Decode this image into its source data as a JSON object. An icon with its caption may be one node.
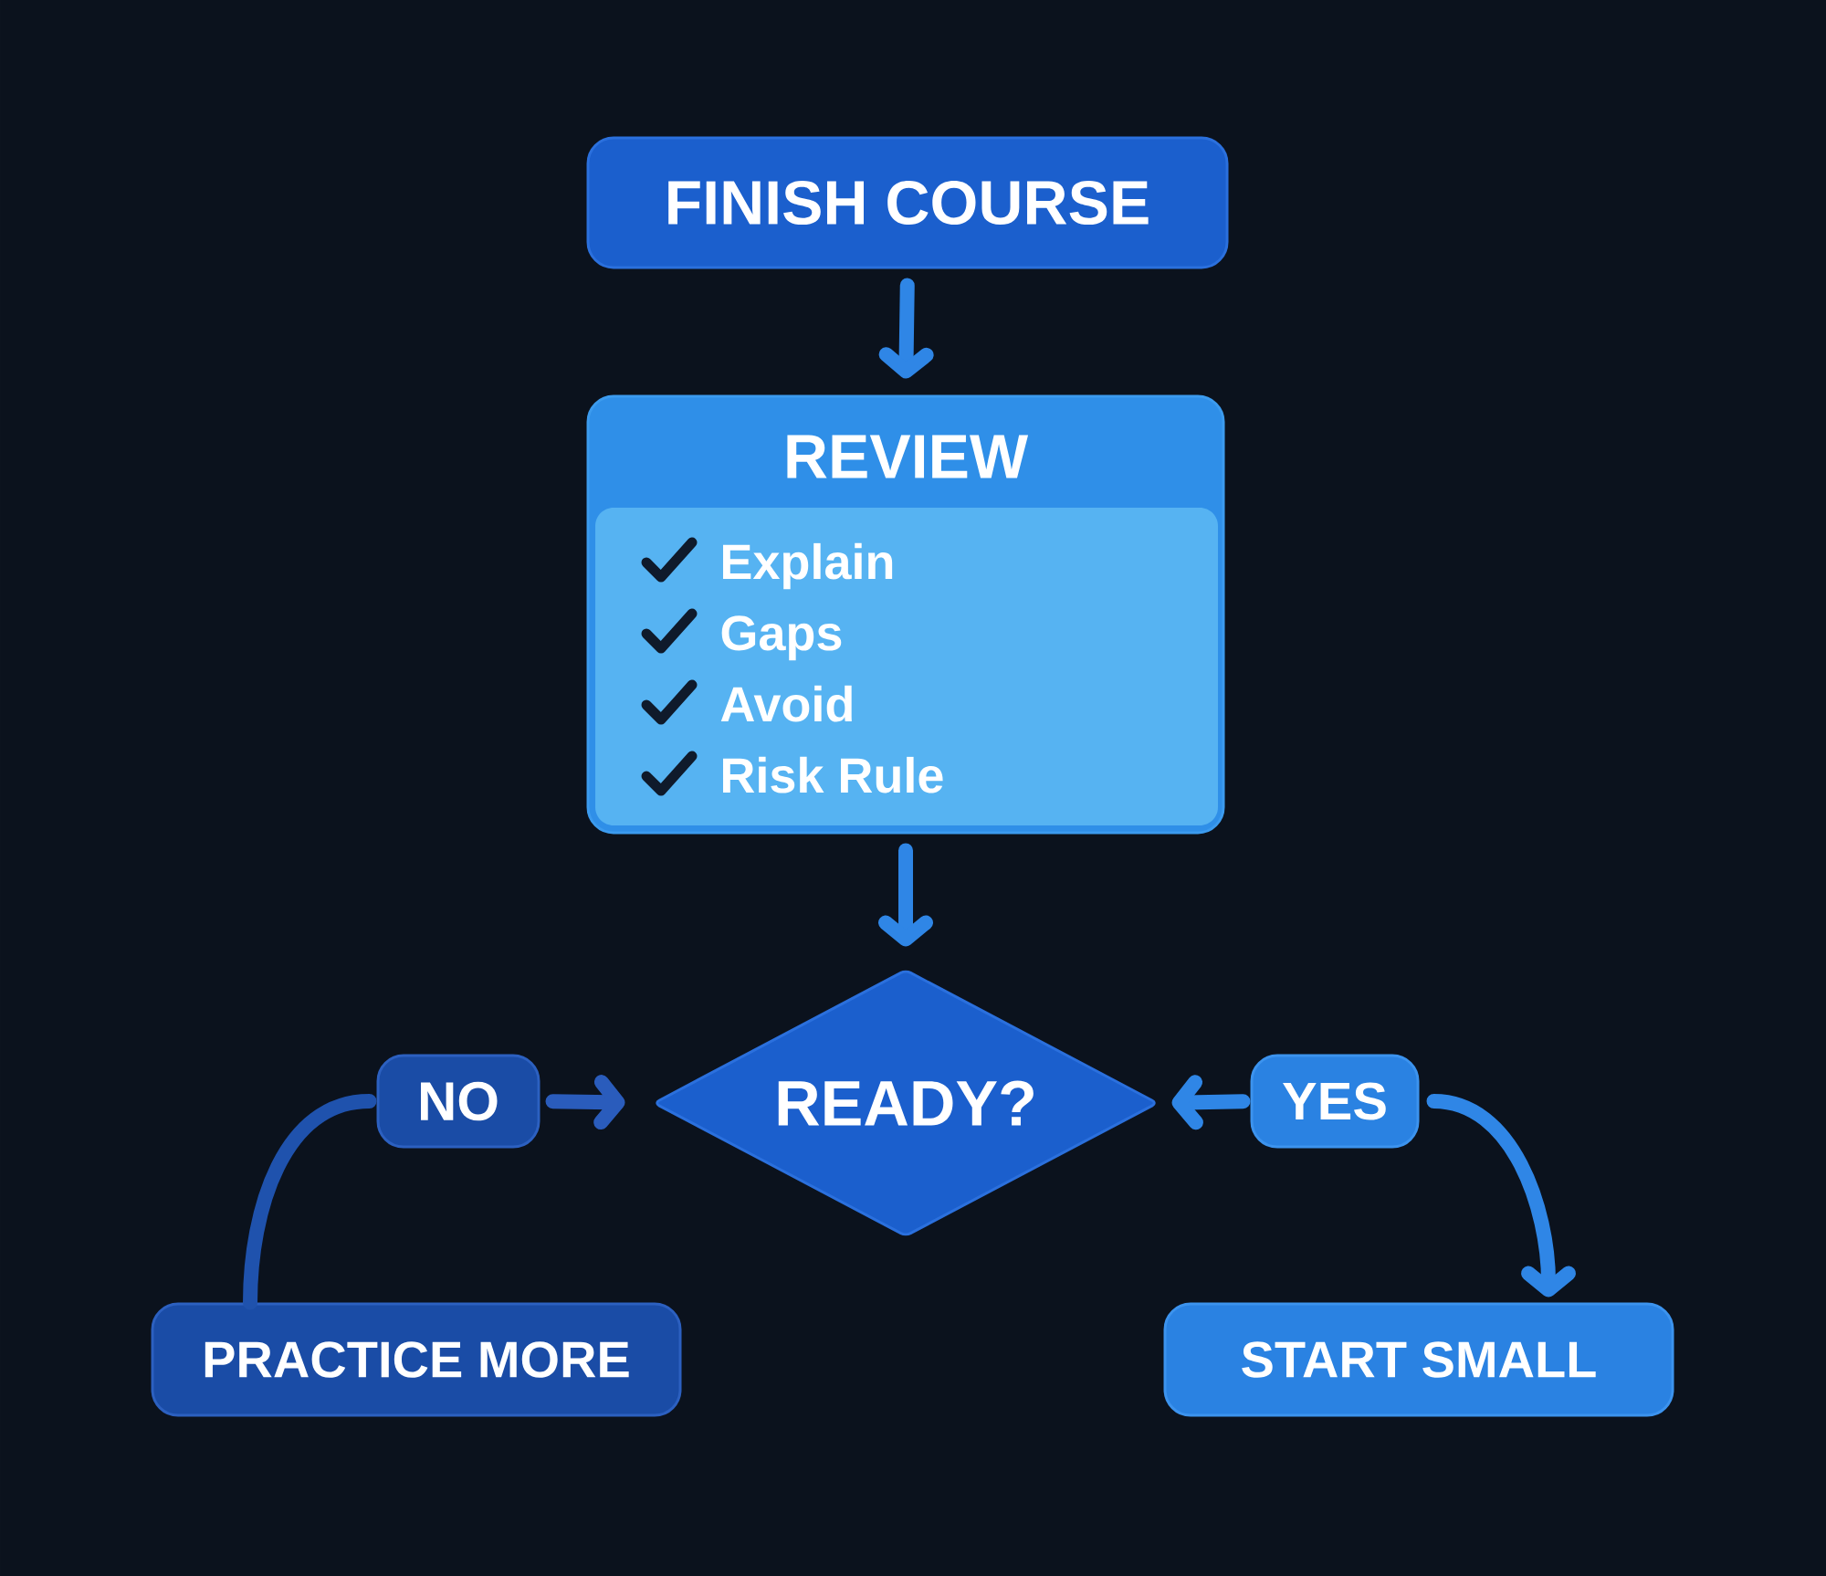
{
  "diagram": {
    "nodes": [
      {
        "text": [
          "FINISH COURSE"
        ]
      },
      {
        "text": [
          "REVIEW",
          "Explain",
          "Gaps",
          "Avoid",
          "Risk Rule"
        ]
      },
      {
        "text": [
          "NO"
        ]
      },
      {
        "text": [
          "READY?"
        ]
      },
      {
        "text": [
          "YES"
        ]
      },
      {
        "text": [
          "PRACTICE MORE"
        ]
      },
      {
        "text": [
          "START SMALL"
        ]
      }
    ],
    "edges": [
      {
        "from": 0,
        "to": 1,
        "arrow": "to"
      },
      {
        "from": 1,
        "to": 3,
        "arrow": "to"
      },
      {
        "from": 2,
        "to": 3,
        "arrow": "to",
        "color": "#2a5cbc"
      },
      {
        "from": 4,
        "to": 3,
        "arrow": "to"
      },
      {
        "from": 4,
        "to": 6,
        "arrow": "to"
      },
      {
        "from": 5,
        "to": 2,
        "arrow": "none",
        "color": "#1f52ad"
      }
    ]
  }
}
